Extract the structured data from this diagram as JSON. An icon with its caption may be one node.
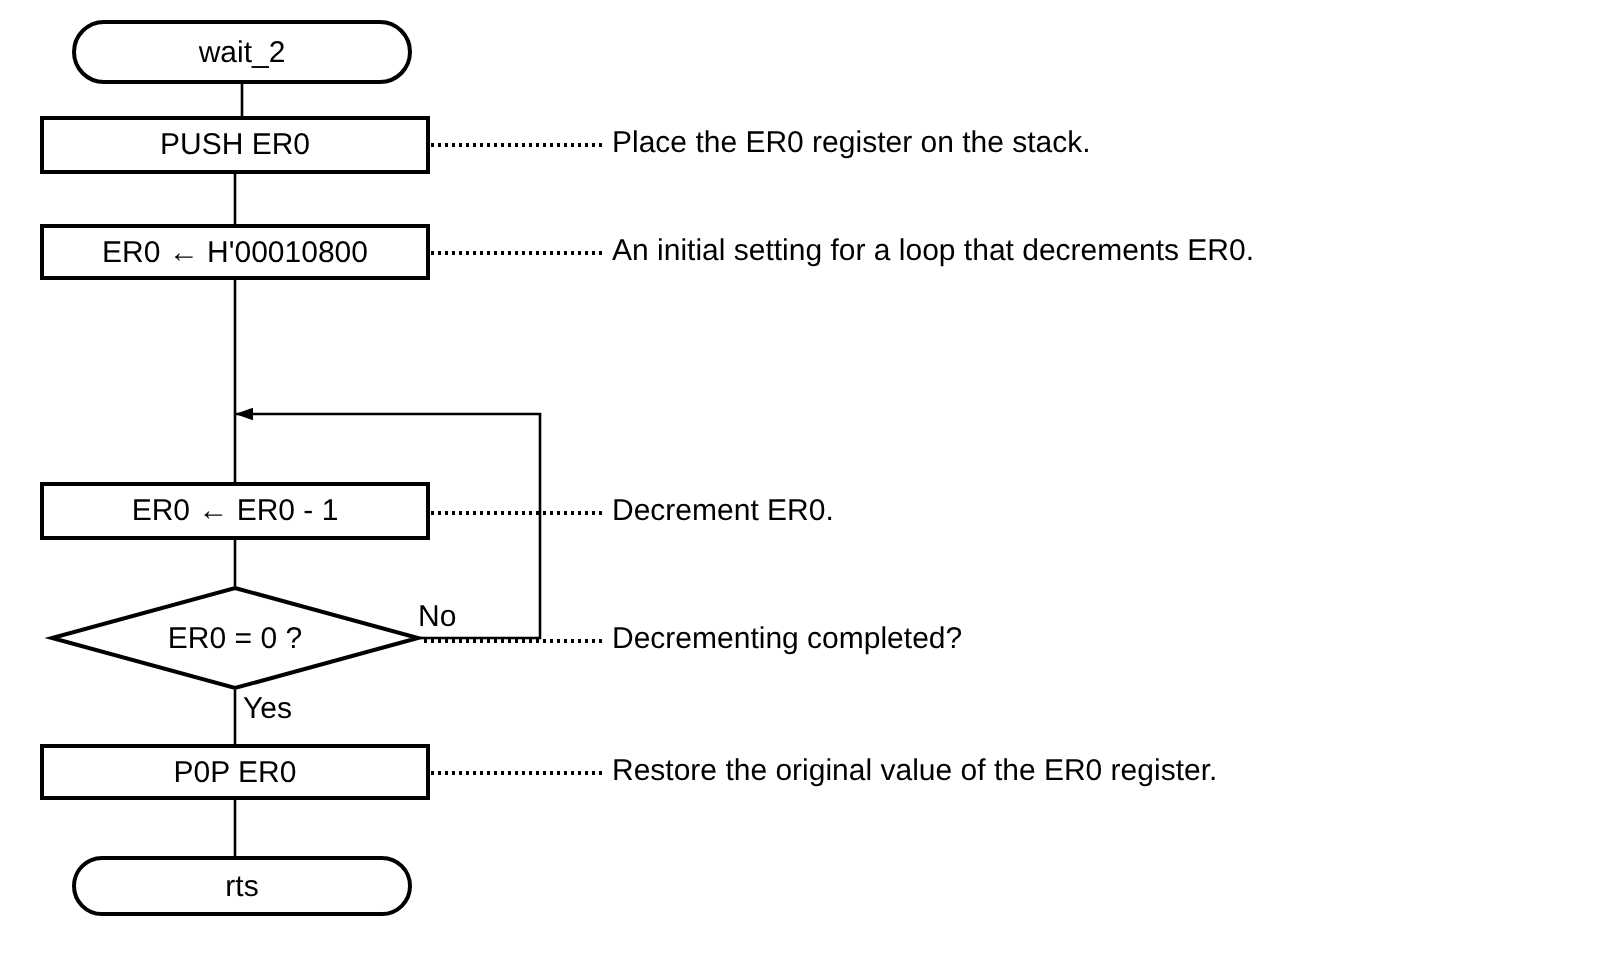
{
  "diagram": {
    "nodes": [
      {
        "text": [
          "wait_2"
        ]
      },
      {
        "text": [
          "PUSH ER0"
        ]
      },
      {
        "text": [
          "ER0 ← H'00010800"
        ]
      },
      {
        "text": [
          "ER0 ← ER0 - 1"
        ]
      },
      {
        "text": [
          "ER0 = 0 ?"
        ]
      },
      {
        "text": [
          "P0P ER0"
        ]
      },
      {
        "text": [
          "rts"
        ]
      },
      {
        "text": [
          "Place the ER0 register on the stack."
        ]
      },
      {
        "text": [
          "An initial setting for a loop that decrements ER0."
        ]
      },
      {
        "text": [
          "Decrement ER0."
        ]
      },
      {
        "text": [
          "Decrementing completed?"
        ]
      },
      {
        "text": [
          "Restore the original value of the ER0 register."
        ]
      }
    ],
    "edges": [
      {
        "from": 0,
        "to": 1,
        "arrow": "none"
      },
      {
        "from": 1,
        "to": 2,
        "arrow": "none"
      },
      {
        "from": 2,
        "to": 3,
        "arrow": "none"
      },
      {
        "from": 4,
        "to": 3,
        "arrow": "to",
        "label": "No"
      },
      {
        "from": 3,
        "to": 4,
        "arrow": "none"
      },
      {
        "from": 4,
        "to": 5,
        "arrow": "none",
        "label": "Yes"
      },
      {
        "from": 5,
        "to": 6,
        "arrow": "none"
      },
      {
        "from": 7,
        "to": 1,
        "arrow": "none",
        "style": "dashed"
      },
      {
        "from": 8,
        "to": 2,
        "arrow": "none",
        "style": "dashed"
      },
      {
        "from": 9,
        "to": 3,
        "arrow": "none",
        "style": "dashed"
      },
      {
        "from": 10,
        "to": 4,
        "arrow": "none",
        "style": "dashed"
      },
      {
        "from": 11,
        "to": 5,
        "arrow": "none",
        "style": "dashed"
      }
    ]
  }
}
